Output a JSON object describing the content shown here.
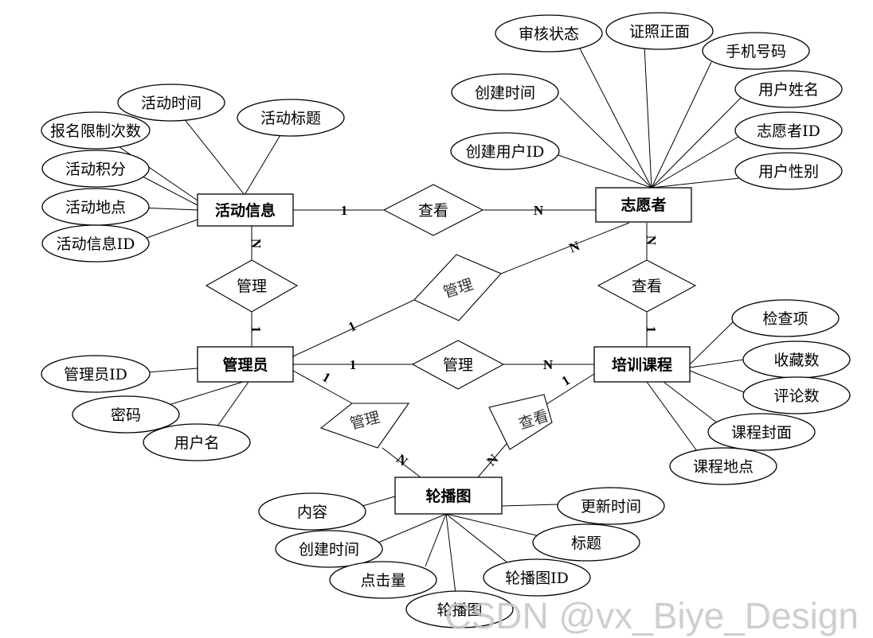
{
  "entities": {
    "activity_info": "活动信息",
    "volunteer": "志愿者",
    "admin": "管理员",
    "training_course": "培训课程",
    "carousel": "轮播图"
  },
  "attributes": {
    "activity_time": "活动时间",
    "activity_title": "活动标题",
    "signup_limit": "报名限制次数",
    "activity_points": "活动积分",
    "activity_location": "活动地点",
    "activity_info_id": "活动信息ID",
    "review_status": "审核状态",
    "id_front": "证照正面",
    "phone_number": "手机号码",
    "create_time": "创建时间",
    "user_name": "用户姓名",
    "volunteer_id": "志愿者ID",
    "create_user_id": "创建用户ID",
    "user_gender": "用户性别",
    "admin_id": "管理员ID",
    "password": "密码",
    "username": "用户名",
    "check_item": "检查项",
    "favorites_count": "收藏数",
    "comments_count": "评论数",
    "course_cover": "课程封面",
    "course_location": "课程地点",
    "content": "内容",
    "carousel_create_time": "创建时间",
    "click_count": "点击量",
    "carousel_image": "轮播图",
    "carousel_id": "轮播图ID",
    "title": "标题",
    "update_time": "更新时间"
  },
  "relationships": {
    "view_activity": "查看",
    "manage_activity": "管理",
    "manage_volunteer": "管理",
    "view_course": "查看",
    "manage_course": "管理",
    "manage_carousel": "管理",
    "view_carousel": "查看"
  },
  "cardinality": {
    "one": "1",
    "many": "N"
  },
  "watermark": "CSDN @vx_Biye_Design"
}
